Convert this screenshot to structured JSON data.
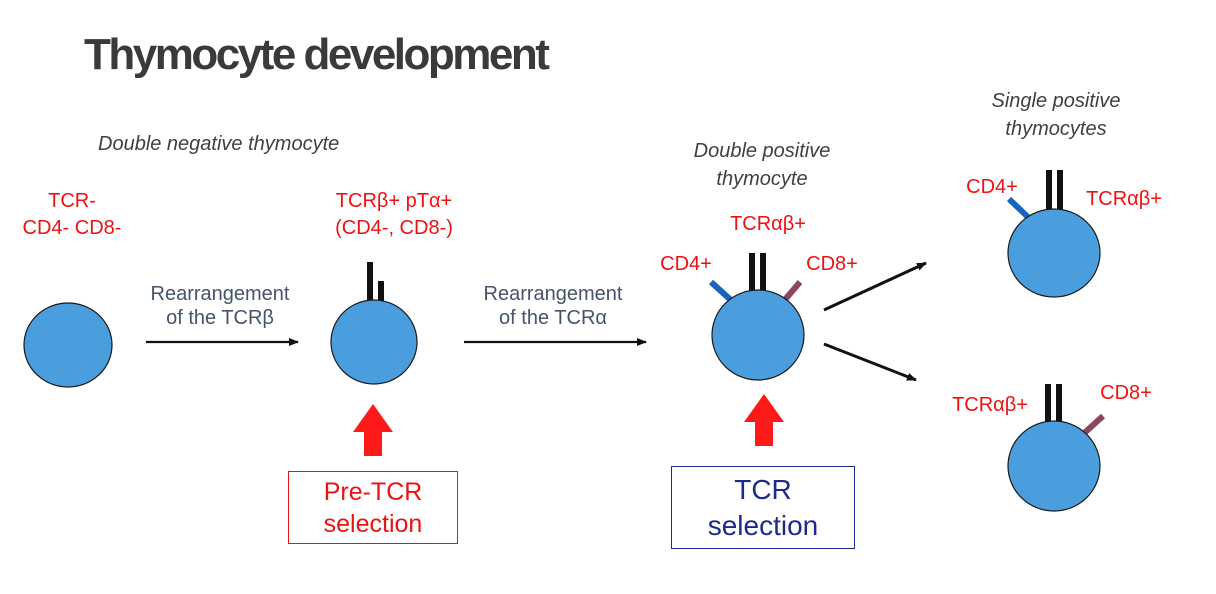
{
  "title": "Thymocyte development",
  "stages": {
    "double_negative": "Double negative thymocyte",
    "double_positive": [
      "Double positive",
      "thymocyte"
    ],
    "single_positive": [
      "Single positive",
      "thymocytes"
    ]
  },
  "cells": {
    "dn_initial": [
      "TCR-",
      "CD4- CD8-"
    ],
    "dn_pre_tcr": [
      "TCRβ+ pTα+",
      "(CD4-, CD8-)"
    ],
    "dp": {
      "tcr": "TCRαβ+",
      "cd4": "CD4+",
      "cd8": "CD8+"
    },
    "sp_cd4": {
      "cd4": "CD4+",
      "tcr": "TCRαβ+"
    },
    "sp_cd8": {
      "tcr": "TCRαβ+",
      "cd8": "CD8+"
    }
  },
  "arrows": {
    "rearrange_beta": [
      "Rearrangement",
      "of the TCRβ"
    ],
    "rearrange_alpha": [
      "Rearrangement",
      "of the TCRα"
    ]
  },
  "selection": {
    "pre_tcr": [
      "Pre-TCR",
      "selection"
    ],
    "tcr": [
      "TCR",
      "selection"
    ]
  },
  "colors": {
    "cell_fill": "#4a9ede",
    "cell_stroke": "#1a1a1a",
    "label_red": "#ee1111",
    "text_gray": "#44546a",
    "cd4_marker": "#1565c0",
    "cd8_marker": "#8c4660",
    "receptor": "#111111",
    "selection_arrow": "#ff1a1a",
    "tcr_box": "#1c2a8c"
  }
}
